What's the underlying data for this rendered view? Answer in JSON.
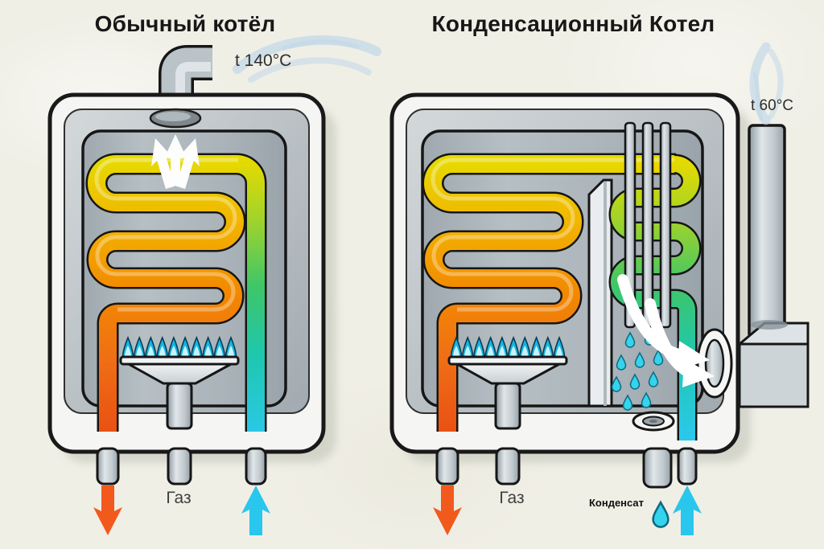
{
  "left_boiler": {
    "title": "Обычный котёл",
    "flue_temp": "t 140°C",
    "gas_label": "Газ"
  },
  "right_boiler": {
    "title": "Конденсационный Котел",
    "flue_temp": "t 60°C",
    "gas_label": "Газ",
    "condensate_label": "Конденсат"
  },
  "colors": {
    "background": "#f0efe6",
    "outline": "#1a1a1a",
    "boiler_wall": "#f5f5f3",
    "panel_light": "#d3d8da",
    "panel_dark": "#9fa8ae",
    "chamber_gray": "#aab3b9",
    "coil_hot_stops": [
      "#e6da00",
      "#f2b400",
      "#f28a00",
      "#f07014",
      "#ec5c14",
      "#e84c12"
    ],
    "coil_cold_stops": [
      "#2bc8ea",
      "#1fc7ae",
      "#3fc668",
      "#9ed32c",
      "#e6da00"
    ],
    "flame_outer": "#14b6e4",
    "flame_inner": "#c8f3fc",
    "hot_arrow": "#f2591d",
    "cold_arrow": "#29c6ee",
    "condensate_drop": "#35d4ec",
    "smoke": "#b5d2e8",
    "white_arrow": "#ffffff"
  }
}
